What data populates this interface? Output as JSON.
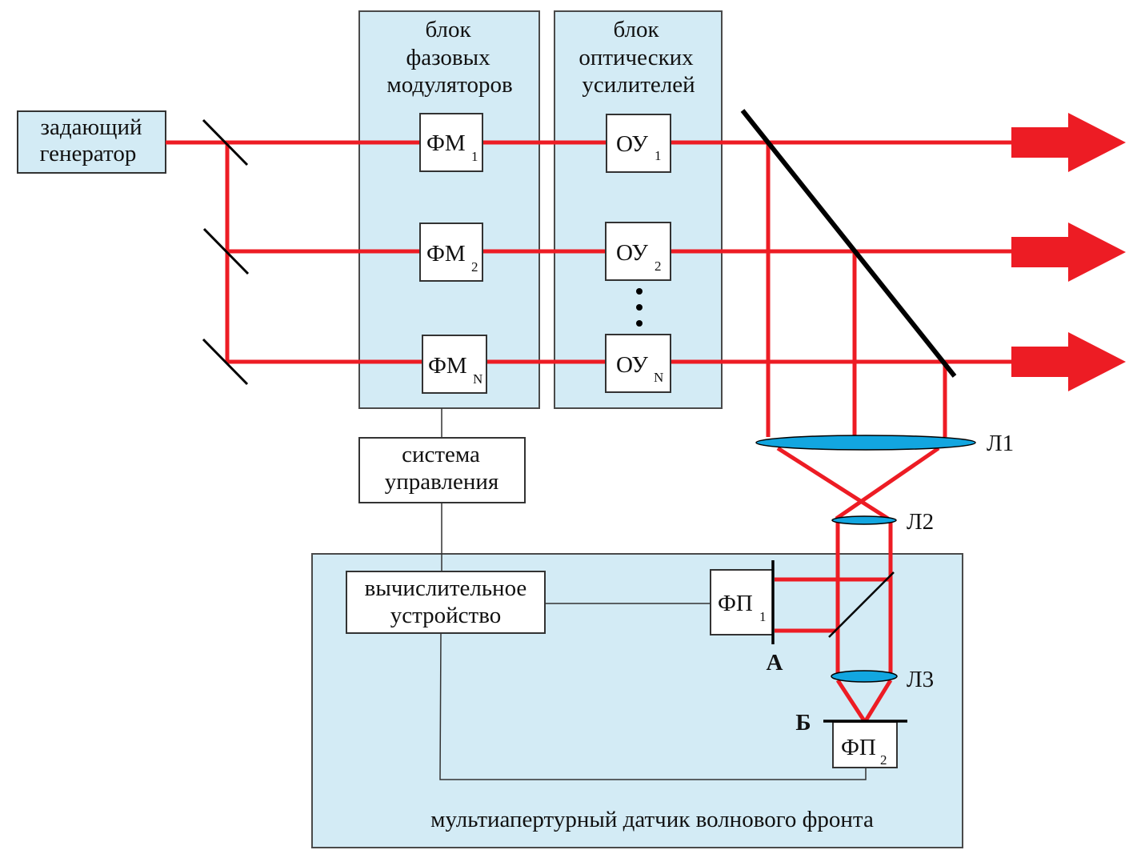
{
  "colors": {
    "beam": "#ed1c24",
    "panel_fill": "#d3ebf5",
    "panel_stroke": "#4a4a4a",
    "lens_fill": "#12a6e0",
    "box_fill": "#ffffff",
    "mirror": "#000000"
  },
  "generator": {
    "line1": "задающий",
    "line2": "генератор"
  },
  "phase_block": {
    "title": [
      "блок",
      "фазовых",
      "модуляторов"
    ],
    "modulators": [
      {
        "main": "ФМ",
        "sub": "1"
      },
      {
        "main": "ФМ",
        "sub": "2"
      },
      {
        "main": "ФМ",
        "sub": "N"
      }
    ]
  },
  "amp_block": {
    "title": [
      "блок",
      "оптических",
      "усилителей"
    ],
    "amplifiers": [
      {
        "main": "ОУ",
        "sub": "1"
      },
      {
        "main": "ОУ",
        "sub": "2"
      },
      {
        "main": "ОУ",
        "sub": "N"
      }
    ]
  },
  "control": {
    "line1": "система",
    "line2": "управления"
  },
  "sensor": {
    "title": "мультиапертурный датчик волнового фронта",
    "computer": {
      "line1": "вычислительное",
      "line2": "устройство"
    },
    "photodetector1": {
      "main": "ФП",
      "sub": "1"
    },
    "photodetector2": {
      "main": "ФП",
      "sub": "2"
    },
    "plane_a": "А",
    "plane_b": "Б"
  },
  "lenses": {
    "l1": "Л1",
    "l2": "Л2",
    "l3": "Л3"
  }
}
